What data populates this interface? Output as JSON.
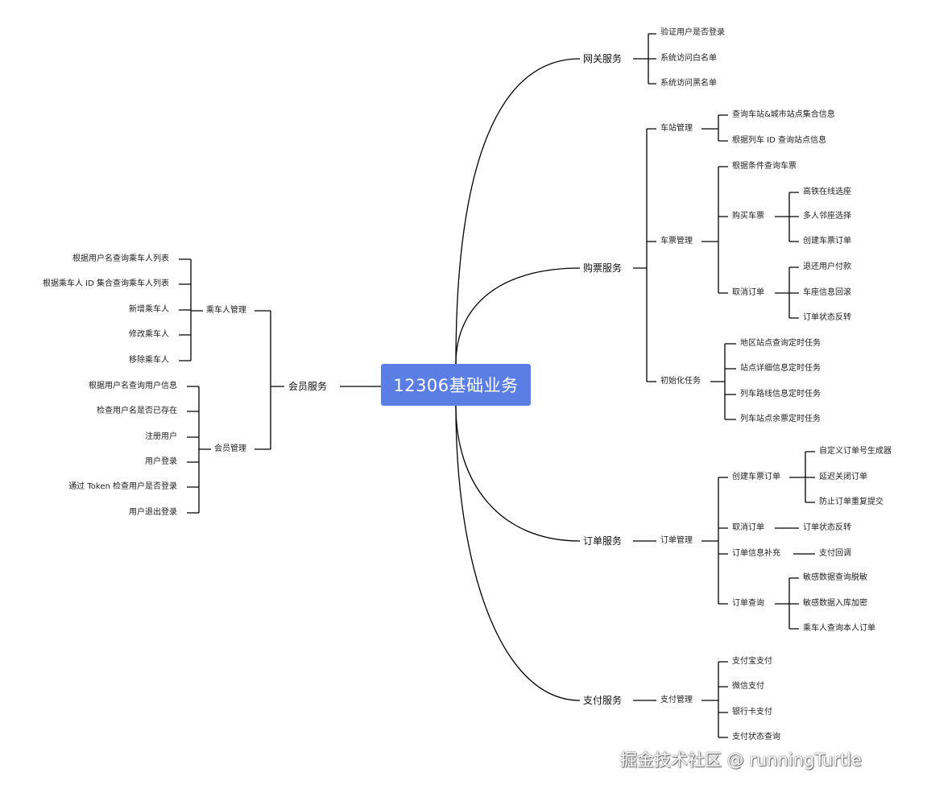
{
  "root": "12306基础业务",
  "watermark": "掘金技术社区 @ runningTurtle",
  "colors": {
    "root_bg": "#5b7ee5",
    "line": "#000000",
    "text": "#222222"
  },
  "right": {
    "gateway": {
      "label": "网关服务",
      "items": [
        "验证用户是否登录",
        "系统访问白名单",
        "系统访问黑名单"
      ]
    },
    "ticket": {
      "label": "购票服务",
      "station": {
        "label": "车站管理",
        "items": [
          "查询车站&城市站点集合信息",
          "根据列车 ID 查询站点信息"
        ]
      },
      "ticket_mgmt": {
        "label": "车票管理",
        "query": "根据条件查询车票",
        "buy": {
          "label": "购买车票",
          "items": [
            "高铁在线选座",
            "多人邻座选择",
            "创建车票订单"
          ]
        },
        "cancel": {
          "label": "取消订单",
          "items": [
            "退还用户付款",
            "车座信息回滚",
            "订单状态反转"
          ]
        }
      },
      "init": {
        "label": "初始化任务",
        "items": [
          "地区站点查询定时任务",
          "站点详细信息定时任务",
          "列车路线信息定时任务",
          "列车站点余票定时任务"
        ]
      }
    },
    "order": {
      "label": "订单服务",
      "mgmt": {
        "label": "订单管理",
        "create": {
          "label": "创建车票订单",
          "items": [
            "自定义订单号生成器",
            "延迟关闭订单",
            "防止订单重复提交"
          ]
        },
        "cancel": {
          "label": "取消订单",
          "items": [
            "订单状态反转"
          ]
        },
        "supplement": {
          "label": "订单信息补充",
          "items": [
            "支付回调"
          ]
        },
        "query": {
          "label": "订单查询",
          "items": [
            "敏感数据查询脱敏",
            "敏感数据入库加密",
            "乘车人查询本人订单"
          ]
        }
      }
    },
    "payment": {
      "label": "支付服务",
      "mgmt": {
        "label": "支付管理",
        "items": [
          "支付宝支付",
          "微信支付",
          "银行卡支付",
          "支付状态查询"
        ]
      }
    }
  },
  "left": {
    "member": {
      "label": "会员服务",
      "passenger": {
        "label": "乘车人管理",
        "items": [
          "根据用户名查询乘车人列表",
          "根据乘车人 ID 集合查询乘车人列表",
          "新增乘车人",
          "修改乘车人",
          "移除乘车人"
        ]
      },
      "member_mgmt": {
        "label": "会员管理",
        "items": [
          "根据用户名查询用户信息",
          "检查用户名是否已存在",
          "注册用户",
          "用户登录",
          "通过 Token 检查用户是否登录",
          "用户退出登录"
        ]
      }
    }
  }
}
